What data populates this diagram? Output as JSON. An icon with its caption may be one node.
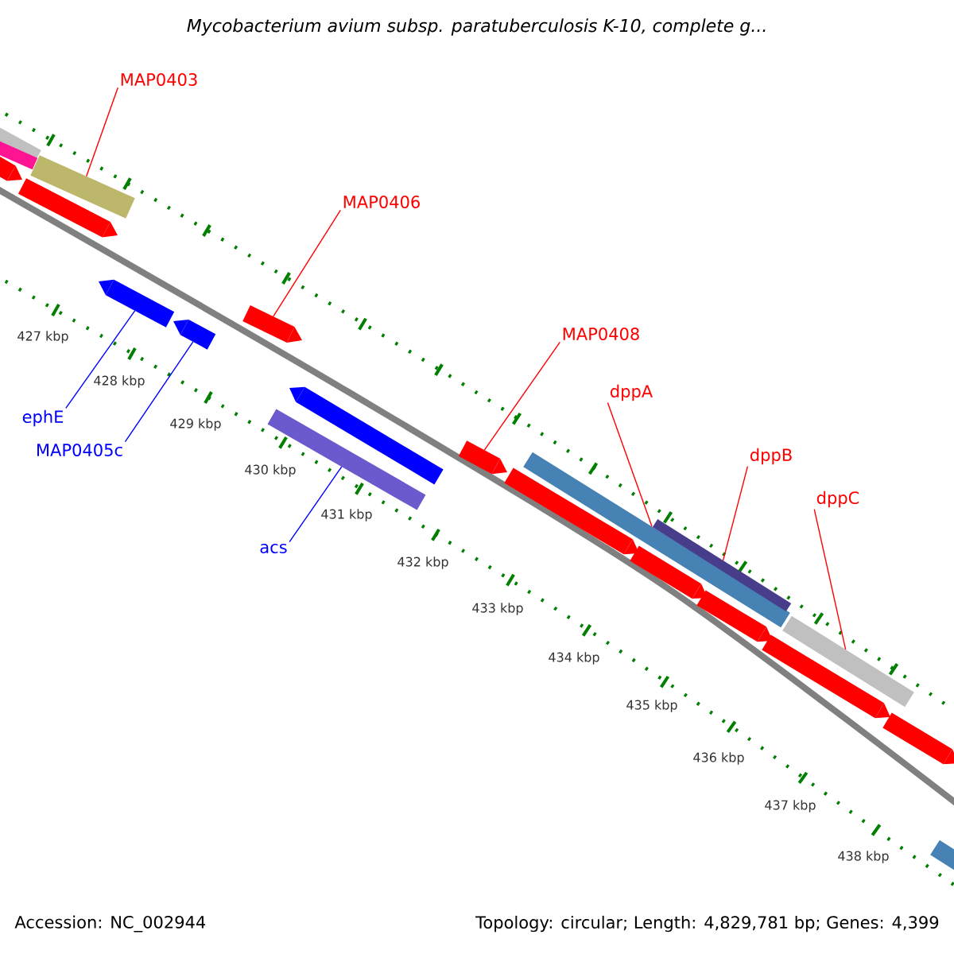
{
  "diagram": {
    "title": "Mycobacterium avium subsp. paratuberculosis K-10, complete g...",
    "nodes": [
      {
        "text": [
          "MAP0403"
        ]
      },
      {
        "text": [
          "MAP0406"
        ]
      },
      {
        "text": [
          "MAP0408"
        ]
      },
      {
        "text": [
          "dppA"
        ]
      },
      {
        "text": [
          "dppB"
        ]
      },
      {
        "text": [
          "dppC"
        ]
      },
      {
        "text": [
          "ephE"
        ]
      },
      {
        "text": [
          "MAP0405c"
        ]
      },
      {
        "text": [
          "acs"
        ]
      },
      {
        "text": [],
        "shape": "bar"
      },
      {
        "text": [],
        "shape": "bar"
      },
      {
        "text": [],
        "shape": "bar"
      },
      {
        "text": [],
        "shape": "bar"
      },
      {
        "text": [],
        "shape": "bar"
      },
      {
        "text": [],
        "shape": "bar"
      },
      {
        "text": [],
        "shape": "bar"
      },
      {
        "text": [],
        "shape": "bar"
      },
      {
        "text": [],
        "shape": "bar"
      }
    ],
    "edges": [
      {
        "from": 0,
        "to": 9,
        "arrow": "none"
      },
      {
        "from": 1,
        "to": 10,
        "arrow": "none"
      },
      {
        "from": 2,
        "to": 11,
        "arrow": "none"
      },
      {
        "from": 3,
        "to": 12,
        "arrow": "none"
      },
      {
        "from": 4,
        "to": 13,
        "arrow": "none"
      },
      {
        "from": 5,
        "to": 14,
        "arrow": "none"
      },
      {
        "from": 6,
        "to": 15,
        "arrow": "none",
        "color": "#0000ff"
      },
      {
        "from": 7,
        "to": 16,
        "arrow": "none",
        "color": "#0000ff"
      },
      {
        "from": 8,
        "to": 17,
        "arrow": "none",
        "color": "#0000ff"
      }
    ],
    "labels": [
      "427 kbp",
      "428 kbp",
      "429 kbp",
      "430 kbp",
      "431 kbp",
      "432 kbp",
      "433 kbp",
      "434 kbp",
      "435 kbp",
      "436 kbp",
      "437 kbp",
      "438 kbp",
      "Accession: NC_002944",
      "Topology: circular; Length: 4,829,781 bp; Genes: 4,399"
    ]
  }
}
